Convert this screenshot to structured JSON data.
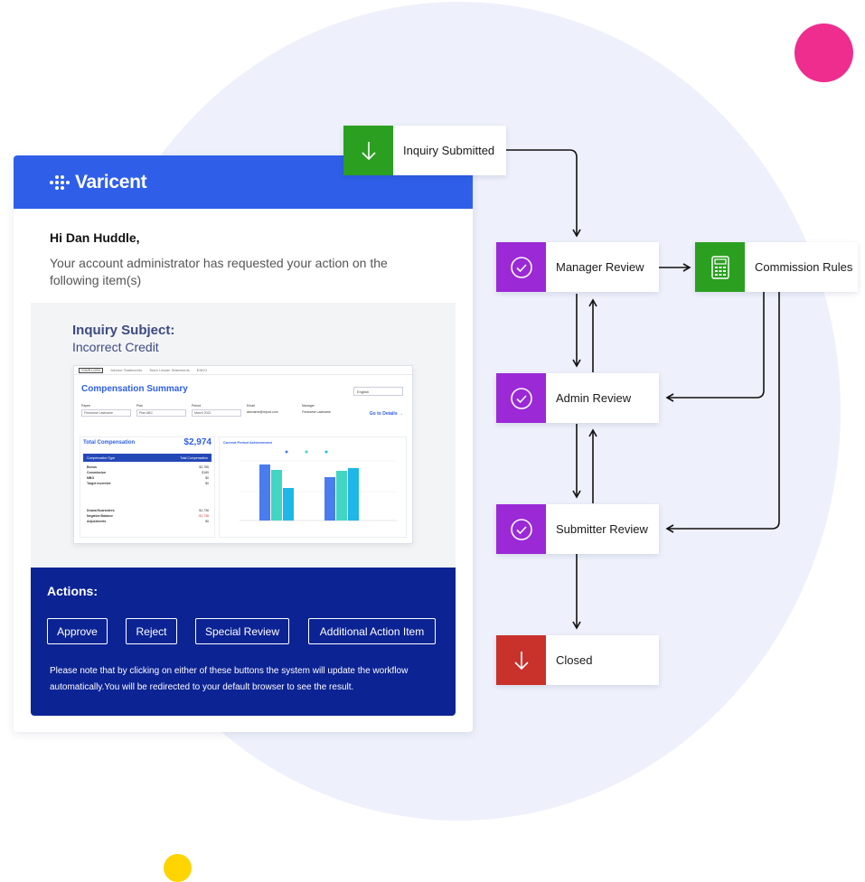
{
  "email": {
    "brand": "Varicent",
    "greeting": "Hi Dan Huddle,",
    "intro": "Your account administrator has requested your action on the following item(s)",
    "inquiry_subject_label": "Inquiry Subject:",
    "inquiry_subject_value": "Incorrect Credit",
    "actions_title": "Actions:",
    "buttons": {
      "approve": "Approve",
      "reject": "Reject",
      "special_review": "Special Review",
      "additional_action": "Additional Action Item"
    },
    "note": "Please note that by clicking on either of these buttons the system will update the workflow automatically.You will be redirected to your default browser to see the result."
  },
  "preview": {
    "logo": "YOUR LOGO",
    "nav": [
      "Advisor Statements",
      "Team Leader Statements",
      "ENKO"
    ],
    "title": "Compensation Summary",
    "language": "English",
    "filters": [
      {
        "label": "Payee",
        "value": "Firstname Lastname"
      },
      {
        "label": "Plan",
        "value": "Plan ABC"
      },
      {
        "label": "Period",
        "value": "March 2021"
      },
      {
        "label": "Email",
        "value": "abcname@report.com"
      },
      {
        "label": "Manager",
        "value": "Firstname Lastname"
      }
    ],
    "go_to_details": "Go to Details →",
    "total_compensation_label": "Total Compensation",
    "total_compensation_value": "$2,974",
    "table_headers": [
      "Compensation Type",
      "Total Compensation"
    ],
    "rows": [
      {
        "label": "Bonus",
        "value": "$2,785"
      },
      {
        "label": "Commission",
        "value": "$189"
      },
      {
        "label": "MBO",
        "value": "$0"
      },
      {
        "label": "Target Incentive",
        "value": "$0"
      },
      {
        "label": "Draws/Guarantees",
        "value": "$1,736"
      },
      {
        "label": "Negative Balance",
        "value": "-$1,736"
      },
      {
        "label": "Adjustments",
        "value": "$0"
      }
    ],
    "chart_title": "Current Period Achievement"
  },
  "flow": {
    "nodes": {
      "inquiry_submitted": "Inquiry Submitted",
      "manager_review": "Manager Review",
      "commission_rules": "Commission Rules",
      "admin_review": "Admin Review",
      "submitter_review": "Submitter Review",
      "closed": "Closed"
    },
    "colors": {
      "green": "#2b9f20",
      "purple": "#9b29d6",
      "red": "#c9312b",
      "brand_blue": "#2f5fe9",
      "actions_navy": "#0c2394"
    }
  }
}
